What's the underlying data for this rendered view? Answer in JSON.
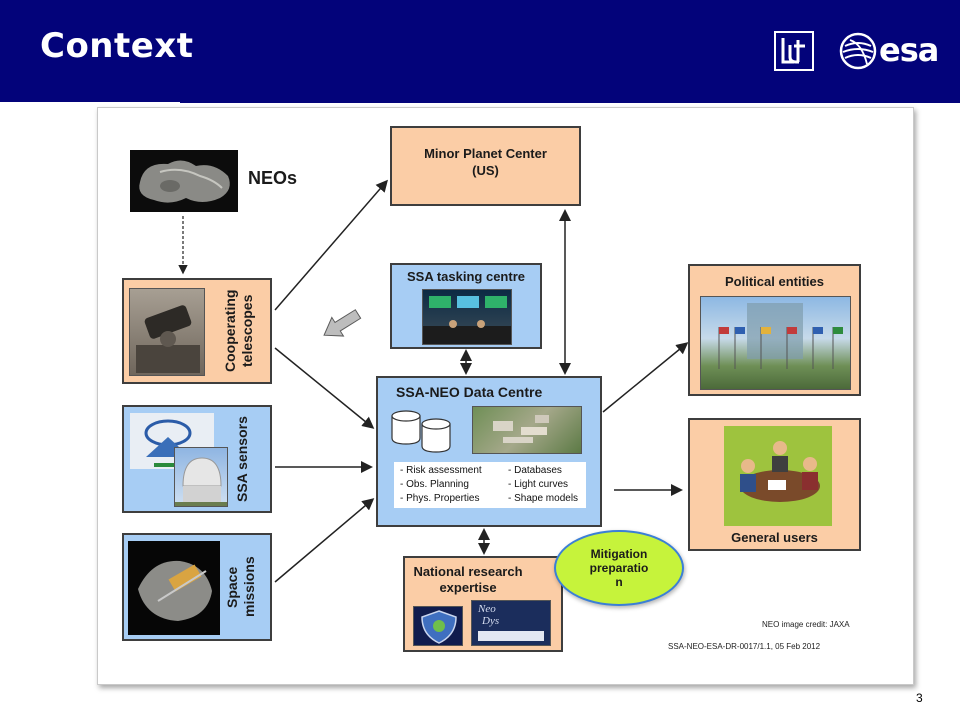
{
  "header": {
    "title": "Context",
    "logo_text": "esa"
  },
  "nodes": {
    "neos": "NEOs",
    "mpc": "Minor Planet Center\n(US)",
    "tasking": "SSA tasking centre",
    "telescopes": "Cooperating telescopes",
    "sensors": "SSA sensors",
    "missions": "Space missions",
    "datacentre": "SSA-NEO Data Centre",
    "research": "National research expertise",
    "political": "Political entities",
    "users": "General users"
  },
  "datacentre_tasks": {
    "left": [
      "- Risk assessment",
      "- Obs. Planning",
      "- Phys. Properties"
    ],
    "right": [
      "- Databases",
      "- Light curves",
      "- Shape models"
    ]
  },
  "research_images": {
    "left_text": "Neo",
    "right_text": "Dys"
  },
  "mitigation": "Mitigation preparation",
  "credits": {
    "image": "NEO image credit: JAXA",
    "doc": "SSA-NEO-ESA-DR-0017/1.1, 05 Feb 2012"
  },
  "page_number": "3",
  "colors": {
    "header": "#03037a",
    "orange_box": "#fbcda6",
    "blue_box": "#a7cdf4",
    "ellipse": "#c6f33b",
    "ellipse_border": "#3b7fd6"
  }
}
